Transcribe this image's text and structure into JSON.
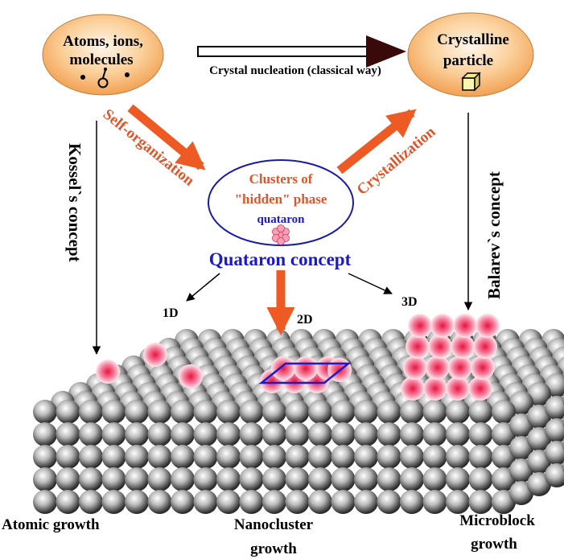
{
  "nodes": {
    "atoms": {
      "line1": "Atoms, ions,",
      "line2": "molecules"
    },
    "crystalline": {
      "line1": "Crystalline",
      "line2": "particle"
    },
    "clusters": {
      "line1": "Clusters of",
      "line2": "\"hidden\" phase",
      "line3": "quataron"
    }
  },
  "arrows": {
    "nucleation": "Crystal nucleation (classical way)",
    "self_org": "Self-organization",
    "crystallization": "Crystallization"
  },
  "concepts": {
    "kossel": "Kossel`s concept",
    "balarev": "Balarev`s concept",
    "quataron": "Quataron concept"
  },
  "dims": {
    "d1": "1D",
    "d2": "2D",
    "d3": "3D"
  },
  "growth": {
    "atomic": "Atomic growth",
    "nano_line1": "Nanocluster",
    "nano_line2": "growth",
    "micro_line1": "Microblock",
    "micro_line2": "growth"
  },
  "colors": {
    "orange_arrow": "#ee5a24",
    "orange_text": "#e0552a",
    "blue_text": "#1a1ac8",
    "ellipse_fill": "#f7b46a",
    "dark_arrow": "#3a0a0a",
    "sphere_gray": "#9a9a9a",
    "sphere_pink": "#ee3b6a"
  }
}
